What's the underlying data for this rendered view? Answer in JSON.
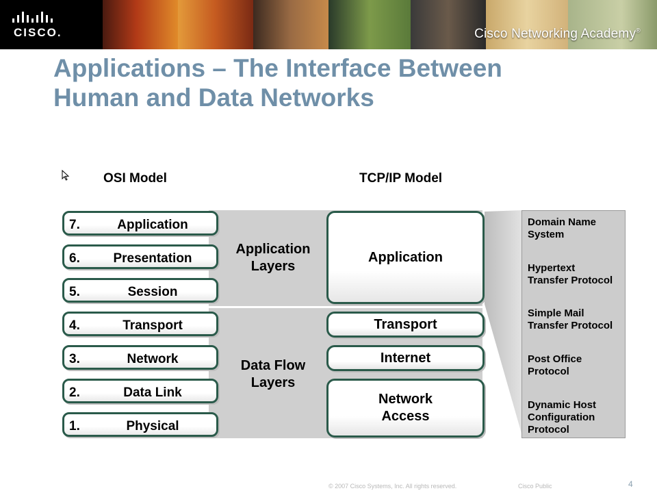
{
  "header": {
    "brand": "CISCO.",
    "academy": "Cisco Networking Academy",
    "trademark": "®"
  },
  "slide": {
    "title_line1": "Applications – The Interface Between",
    "title_line2": "Human and Data Networks"
  },
  "diagram": {
    "osi_heading": "OSI Model",
    "tcp_heading": "TCP/IP Model",
    "osi_layers": [
      {
        "num": "7.",
        "name": "Application"
      },
      {
        "num": "6.",
        "name": "Presentation"
      },
      {
        "num": "5.",
        "name": "Session"
      },
      {
        "num": "4.",
        "name": "Transport"
      },
      {
        "num": "3.",
        "name": "Network"
      },
      {
        "num": "2.",
        "name": "Data Link"
      },
      {
        "num": "1.",
        "name": "Physical"
      }
    ],
    "group_upper_line1": "Application",
    "group_upper_line2": "Layers",
    "group_lower_line1": "Data Flow",
    "group_lower_line2": "Layers",
    "tcp_layers": [
      {
        "line1": "Application",
        "line2": ""
      },
      {
        "line1": "Transport",
        "line2": ""
      },
      {
        "line1": "Internet",
        "line2": ""
      },
      {
        "line1": "Network",
        "line2": "Access"
      }
    ],
    "protocols": [
      {
        "line1": "Domain Name",
        "line2": "System",
        "line3": ""
      },
      {
        "line1": "Hypertext",
        "line2": "Transfer Protocol",
        "line3": ""
      },
      {
        "line1": "Simple Mail",
        "line2": "Transfer Protocol",
        "line3": ""
      },
      {
        "line1": "Post Office",
        "line2": "Protocol",
        "line3": ""
      },
      {
        "line1": "Dynamic Host",
        "line2": "Configuration",
        "line3": "Protocol"
      }
    ]
  },
  "footer": {
    "copyright": "© 2007 Cisco Systems, Inc. All rights reserved.",
    "classification": "Cisco Public",
    "page": "4"
  },
  "colors": {
    "title": "#6f8fa8",
    "box_border": "#2a5a4a",
    "panel": "#cfcfcf"
  }
}
